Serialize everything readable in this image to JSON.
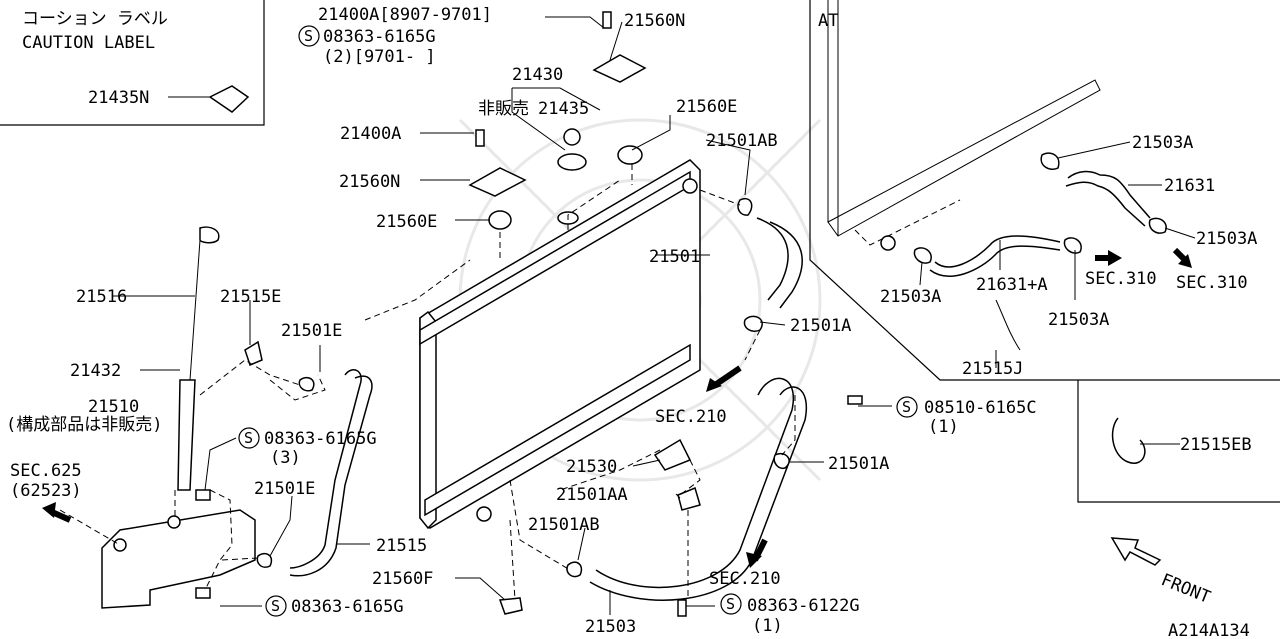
{
  "caution": {
    "label_jp": "コーション ラベル",
    "label_en": "CAUTION LABEL",
    "part": "21435N"
  },
  "at_box": {
    "label": "AT"
  },
  "parts": {
    "p21400A_range": "21400A[8907-9701]",
    "p08363_6165G_top": "08363-6165G",
    "p08363_top_qty": "(2)[9701-      ]",
    "p21560N_top": "21560N",
    "p21430": "21430",
    "hihanbai": "非販売",
    "p21435": "21435",
    "p21560E_top": "21560E",
    "p21400A": "21400A",
    "p21501AB_top": "21501AB",
    "p21560N": "21560N",
    "p21560E": "21560E",
    "p21501": "21501",
    "p21516": "21516",
    "p21515E": "21515E",
    "p21501E_top": "21501E",
    "p21501A_top": "21501A",
    "p21432": "21432",
    "p21510": "21510",
    "p21510_note": "(構成部品は非販売)",
    "sec625": "SEC.625",
    "sec625_sub": "(62523)",
    "p08363_6165G_mid": "08363-6165G",
    "p08363_mid_qty": "(3)",
    "p21501E_bot": "21501E",
    "p21515": "21515",
    "p21560F": "21560F",
    "p08363_6165G_bot": "08363-6165G",
    "sec210_top": "SEC.210",
    "p08510_6165C": "08510-6165C",
    "p08510_qty": "(1)",
    "p21530": "21530",
    "p21501A_bot": "21501A",
    "p21501AA": "21501AA",
    "p21501AB_bot": "21501AB",
    "sec210_bot": "SEC.210",
    "p21503": "21503",
    "p08363_6122G": "08363-6122G",
    "p08363_6122G_qty": "(1)",
    "p21503A_1": "21503A",
    "p21631": "21631",
    "p21503A_2": "21503A",
    "sec310_1": "SEC.310",
    "sec310_2": "SEC.310",
    "p21503A_3": "21503A",
    "p21631A": "21631+A",
    "p21503A_4": "21503A",
    "p21515J": "21515J",
    "p21515EB": "21515EB",
    "front": "FRONT",
    "diagram_code": "A214A134"
  },
  "screw_symbol": "S"
}
